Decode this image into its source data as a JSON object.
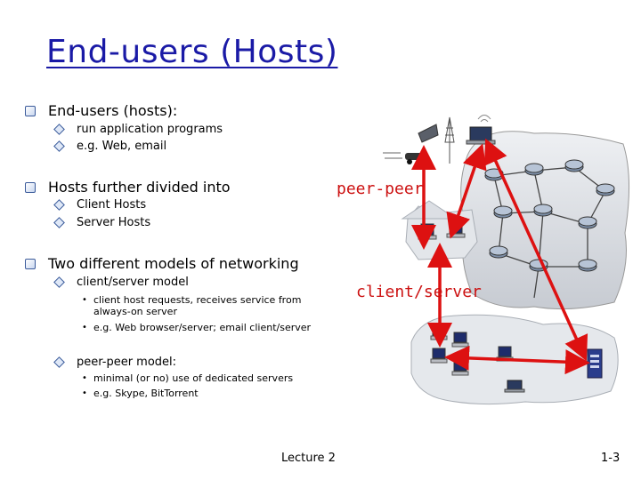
{
  "slide": {
    "title": "End-users (Hosts)",
    "bullets": [
      {
        "text": "End-users (hosts):",
        "subs": [
          "run application programs",
          "e.g. Web, email"
        ]
      },
      {
        "text": "Hosts further divided into",
        "subs": [
          "Client Hosts",
          "Server Hosts"
        ]
      },
      {
        "text": "Two different models of networking"
      }
    ],
    "models": [
      {
        "text": "client/server model",
        "points": [
          "client host requests, receives service from always-on server",
          "e.g. Web browser/server; email client/server"
        ]
      },
      {
        "text": "peer-peer model:",
        "points": [
          "minimal (or no) use of dedicated servers",
          "e.g. Skype,  BitTorrent"
        ]
      }
    ]
  },
  "diagram": {
    "label_peer": "peer-peer",
    "label_client": "client/server",
    "arrow_color": "#dd1111"
  },
  "footer": {
    "lecture": "Lecture 2",
    "page": "1-3"
  }
}
